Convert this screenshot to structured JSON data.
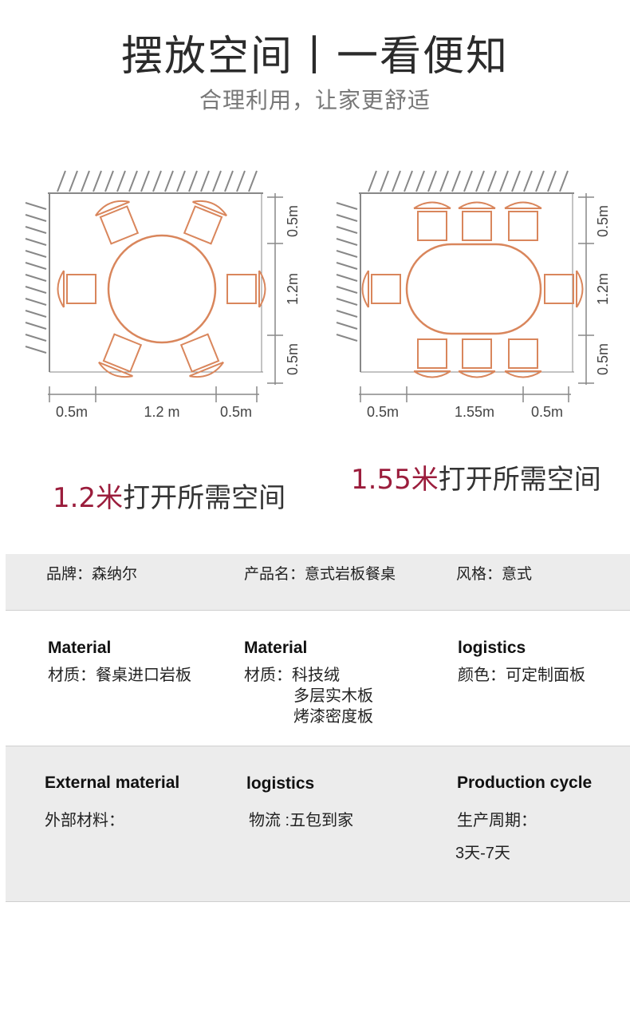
{
  "header": {
    "title": "摆放空间丨一看便知",
    "subtitle": "合理利用，让家更舒适"
  },
  "diagram_round": {
    "dims_horizontal": [
      "0.5m",
      "1.2 m",
      "0.5m"
    ],
    "dims_vertical": [
      "0.5m",
      "1.2m",
      "0.5m"
    ],
    "caption_number": "1.2米",
    "caption_text": "打开所需空间"
  },
  "diagram_oval": {
    "dims_horizontal": [
      "0.5m",
      "1.55m",
      "0.5m"
    ],
    "dims_vertical": [
      "0.5m",
      "1.2m",
      "0.5m"
    ],
    "caption_number": "1.55米",
    "caption_text": "打开所需空间"
  },
  "colors": {
    "table_stroke": "#d9865c",
    "accent": "#9b1d3c",
    "line": "#888888"
  },
  "specs": {
    "row1": {
      "brand": "品牌：森纳尔",
      "product": "产品名：意式岩板餐桌",
      "style": "风格：意式"
    },
    "row2": {
      "col1_head": "Material",
      "col1_value": "材质：餐桌进口岩板",
      "col2_head": "Material",
      "col2_value_line1": "材质：科技绒",
      "col2_value_line2": "多层实木板",
      "col2_value_line3": "烤漆密度板",
      "col3_head": "logistics",
      "col3_value": "颜色：可定制面板"
    },
    "row3": {
      "col1_head": "External material",
      "col1_value": "外部材料：",
      "col2_head": "logistics",
      "col2_value": "物流 :五包到家",
      "col3_head": "Production cycle",
      "col3_value_line1": "生产周期：",
      "col3_value_line2": "3天-7天"
    }
  }
}
